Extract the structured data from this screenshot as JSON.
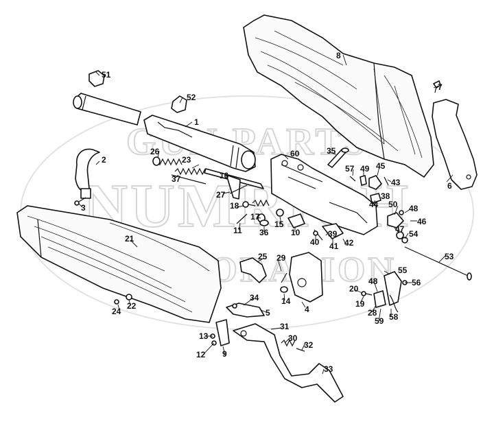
{
  "watermark": {
    "line1": "GUN PARTS",
    "line2": "NUMRICH",
    "line3": "CORPORATION",
    "color": "#d6d6d6"
  },
  "diagram": {
    "labels": [
      "1",
      "2",
      "3",
      "4",
      "5",
      "6",
      "7",
      "8",
      "9",
      "10",
      "11",
      "12",
      "13",
      "14",
      "15",
      "16",
      "17",
      "18",
      "19",
      "20",
      "21",
      "22",
      "23",
      "24",
      "25",
      "26",
      "27",
      "28",
      "29",
      "30",
      "31",
      "32",
      "33",
      "34",
      "35",
      "36",
      "37",
      "38",
      "39",
      "40",
      "41",
      "42",
      "43",
      "44",
      "45",
      "46",
      "47",
      "48",
      "49",
      "50",
      "51",
      "52",
      "53",
      "54",
      "55",
      "56",
      "57",
      "58",
      "59",
      "60"
    ],
    "repeat_label": "48"
  }
}
